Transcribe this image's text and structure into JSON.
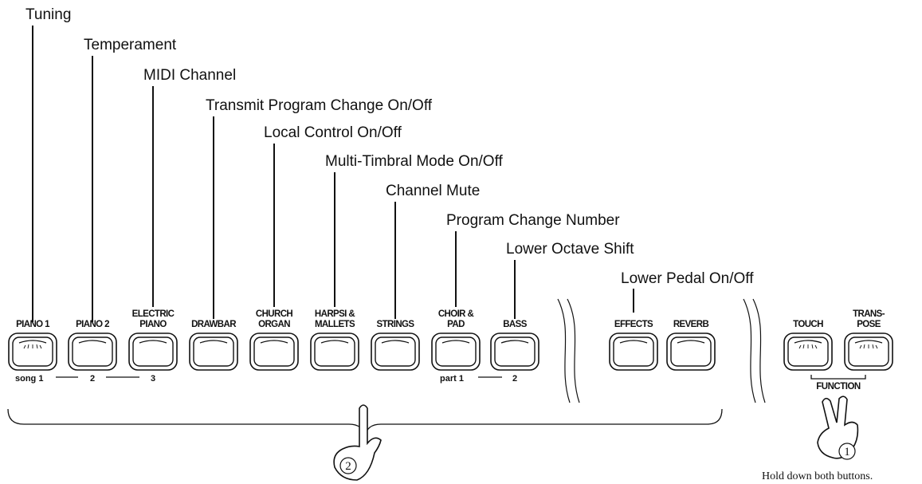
{
  "callouts": [
    "Tuning",
    "Temperament",
    "MIDI Channel",
    "Transmit Program Change On/Off",
    "Local Control On/Off",
    "Multi-Timbral Mode On/Off",
    "Channel Mute",
    "Program Change Number",
    "Lower Octave Shift",
    "Lower Pedal On/Off"
  ],
  "buttons": [
    {
      "line1": "PIANO 1",
      "line2": "",
      "led": true
    },
    {
      "line1": "PIANO 2",
      "line2": "",
      "led": false
    },
    {
      "line1": "ELECTRIC",
      "line2": "PIANO",
      "led": false
    },
    {
      "line1": "DRAWBAR",
      "line2": "",
      "led": false
    },
    {
      "line1": "CHURCH",
      "line2": "ORGAN",
      "led": false
    },
    {
      "line1": "HARPSI &",
      "line2": "MALLETS",
      "led": false
    },
    {
      "line1": "STRINGS",
      "line2": "",
      "led": false
    },
    {
      "line1": "CHOIR &",
      "line2": "PAD",
      "led": false
    },
    {
      "line1": "BASS",
      "line2": "",
      "led": false
    },
    {
      "line1": "EFFECTS",
      "line2": "",
      "led": false
    },
    {
      "line1": "REVERB",
      "line2": "",
      "led": false
    },
    {
      "line1": "TOUCH",
      "line2": "",
      "led": true
    },
    {
      "line1": "TRANS-",
      "line2": "POSE",
      "led": true
    }
  ],
  "song_labels": {
    "first": "song 1",
    "second": "2",
    "third": "3"
  },
  "part_labels": {
    "first": "part 1",
    "second": "2"
  },
  "function_label": "FUNCTION",
  "step_numbers": {
    "hold": "1",
    "press": "2"
  },
  "instruction": "Hold down both buttons."
}
